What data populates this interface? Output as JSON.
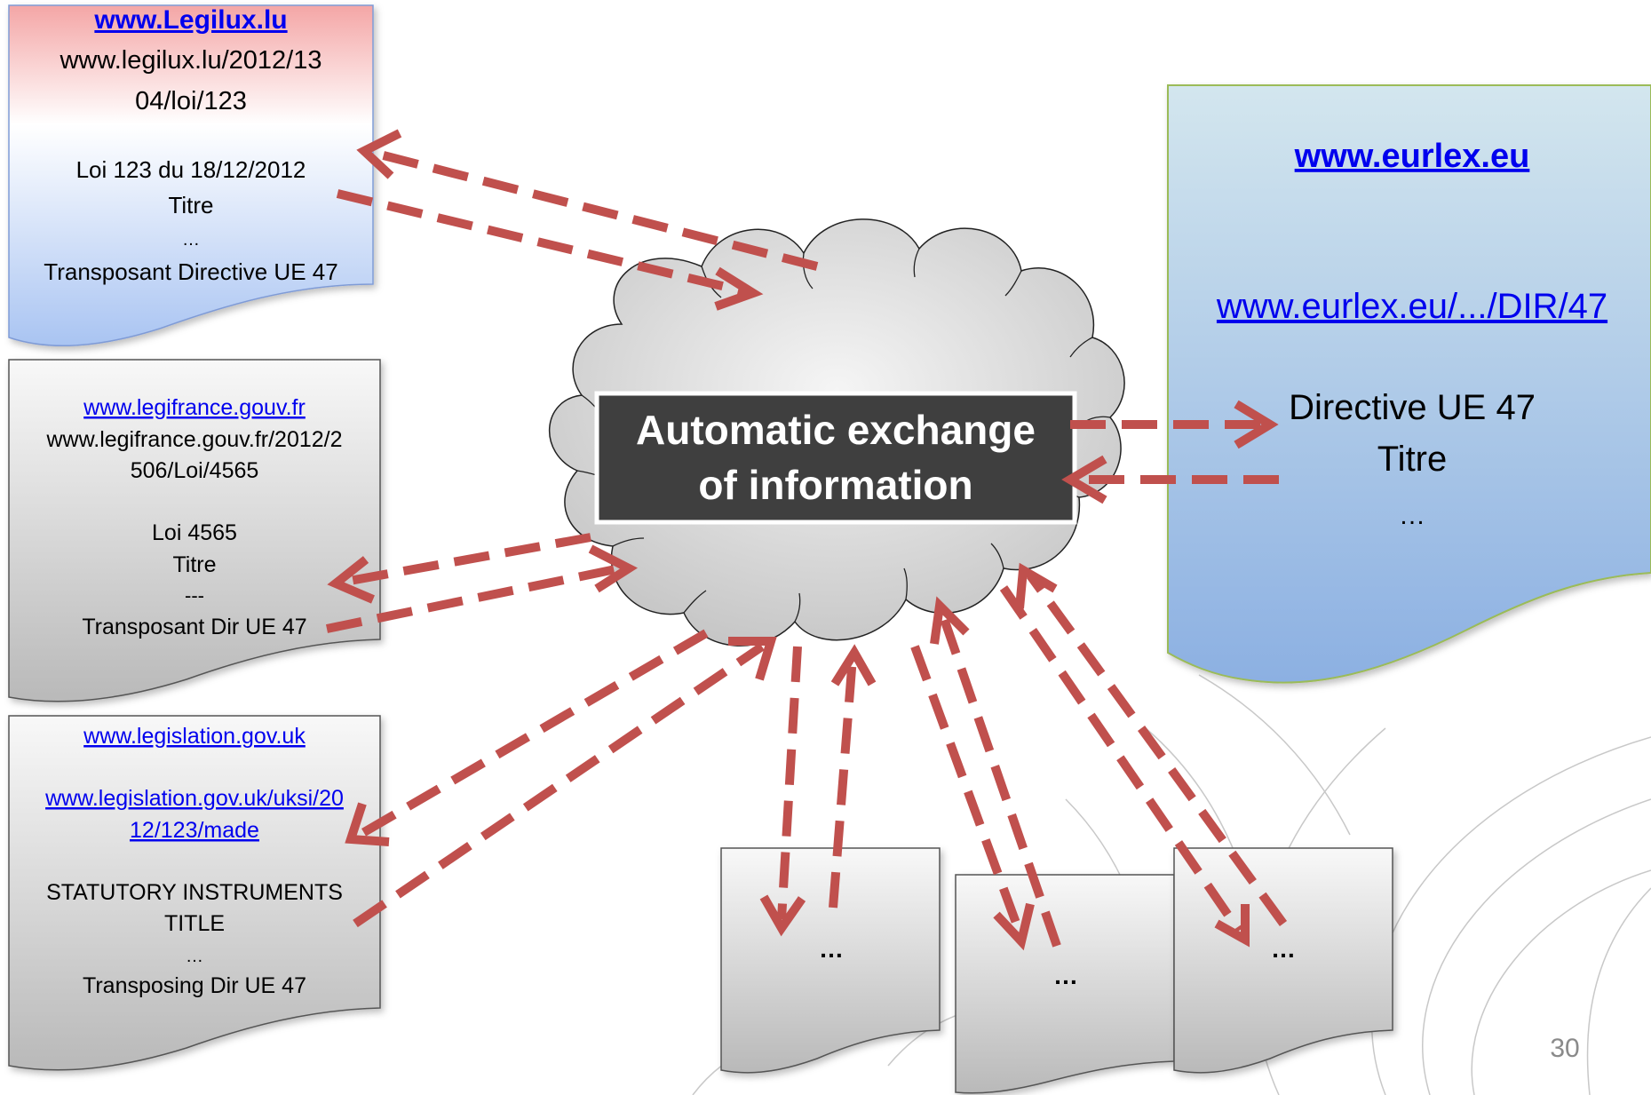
{
  "docs": {
    "lu": {
      "site": "www.Legilux.lu",
      "url_line1": "www.legilux.lu/2012/13",
      "url_line2": "04/loi/123",
      "title": "Loi 123 du 18/12/2012",
      "subtitle": "Titre",
      "ellipsis": "…",
      "transposing": "Transposant Directive UE 47",
      "colors": {
        "top": "#f4a6a6",
        "bottom": "#a9c4f2"
      }
    },
    "fr": {
      "site": "www.legifrance.gouv.fr",
      "url_line1": "www.legifrance.gouv.fr/2012/2",
      "url_line2": "506/Loi/4565",
      "title": "Loi  4565",
      "subtitle": "Titre",
      "ellipsis": "---",
      "transposing": "Transposant Dir UE 47"
    },
    "uk": {
      "site": "www.legislation.gov.uk",
      "url_line1": "www.legislation.gov.uk/uksi/20",
      "url_line2": "12/123/made",
      "title": "STATUTORY INSTRUMENTS",
      "subtitle": "TITLE",
      "ellipsis": "…",
      "transposing": "Transposing Dir UE 47"
    },
    "eu": {
      "site": "www.eurlex.eu",
      "url": "www.eurlex.eu/.../DIR/47",
      "title": "Directive UE 47",
      "subtitle": "Titre",
      "ellipsis": "…",
      "colors": {
        "top": "#cfe3ee",
        "bottom": "#8fb3e2"
      }
    },
    "small": [
      {
        "label": "…"
      },
      {
        "label": "…"
      },
      {
        "label": "…"
      }
    ]
  },
  "center": {
    "line1": "Automatic exchange",
    "line2": "of information"
  },
  "page_number": "30",
  "colors": {
    "arrow": "#c0504d",
    "center_box": "#3f3f3f",
    "gray_doc_top": "#f7f7f7",
    "gray_doc_bottom": "#bdbdbd"
  }
}
